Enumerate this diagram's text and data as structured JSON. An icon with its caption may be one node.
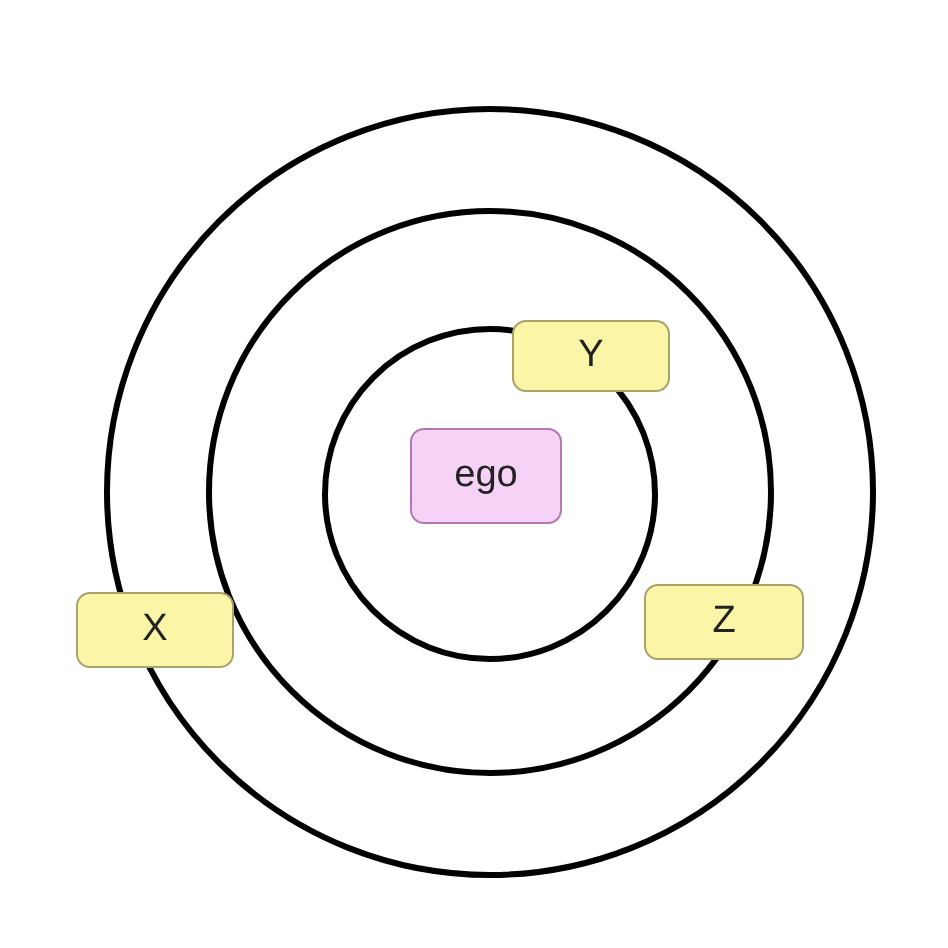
{
  "diagram": {
    "nodes": [
      {
        "text": [],
        "shape": "circle"
      },
      {
        "text": [],
        "shape": "circle",
        "in": 0
      },
      {
        "text": [],
        "shape": "circle",
        "in": 1
      },
      {
        "text": [
          "Y"
        ],
        "in": 1
      },
      {
        "text": [
          "ego"
        ],
        "in": 2
      },
      {
        "text": [
          "X"
        ]
      },
      {
        "text": [
          "Z"
        ],
        "in": 0
      }
    ],
    "edges": []
  }
}
